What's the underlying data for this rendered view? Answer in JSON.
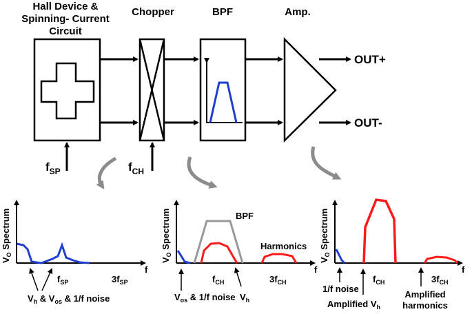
{
  "top": {
    "hall_label_lines": [
      "Hall Device &",
      "Spinning- Current",
      "Circuit"
    ],
    "chopper_label": "Chopper",
    "bpf_label": "BPF",
    "amp_label": "Amp.",
    "out_plus": "OUT+",
    "out_minus": "OUT-",
    "fsp_base": "f",
    "fsp_sub": "SP",
    "fch_base": "f",
    "fch_sub": "CH"
  },
  "spectra": [
    {
      "ylabel_base": "V",
      "ylabel_sub": "O",
      "ylabel_rest": " Spectrum",
      "x_axis_label": "f",
      "tick1_base": "f",
      "tick1_sub": "SP",
      "tick2_base": "3f",
      "tick2_sub": "SP",
      "annotation": "V",
      "annotation_parts": [
        "V",
        "h",
        " & V",
        "os",
        " & 1/f noise"
      ]
    },
    {
      "ylabel_base": "V",
      "ylabel_sub": "O",
      "ylabel_rest": " Spectrum",
      "x_axis_label": "f",
      "bpf_label": "BPF",
      "harmonics_label": "Harmonics",
      "tick1_base": "f",
      "tick1_sub": "CH",
      "tick2_base": "3f",
      "tick2_sub": "CH",
      "noise_parts": [
        "V",
        "os",
        " & 1/f noise"
      ],
      "vh_parts": [
        "V",
        "h"
      ]
    },
    {
      "ylabel_base": "V",
      "ylabel_sub": "O",
      "ylabel_rest": " Spectrum",
      "x_axis_label": "f",
      "tick1_base": "f",
      "tick1_sub": "CH",
      "tick2_base": "3f",
      "tick2_sub": "CH",
      "noise_label": "1/f noise",
      "amp_vh_parts": [
        "Amplified V",
        "h"
      ],
      "amp_harm_lines": [
        "Amplified",
        "harmonics"
      ]
    }
  ],
  "colors": {
    "signal_blue": "#1f3fd0",
    "amplified_red": "#ff1a1a",
    "bpf_gray": "#999999",
    "flow_arrow_gray": "#8c8c8c"
  }
}
